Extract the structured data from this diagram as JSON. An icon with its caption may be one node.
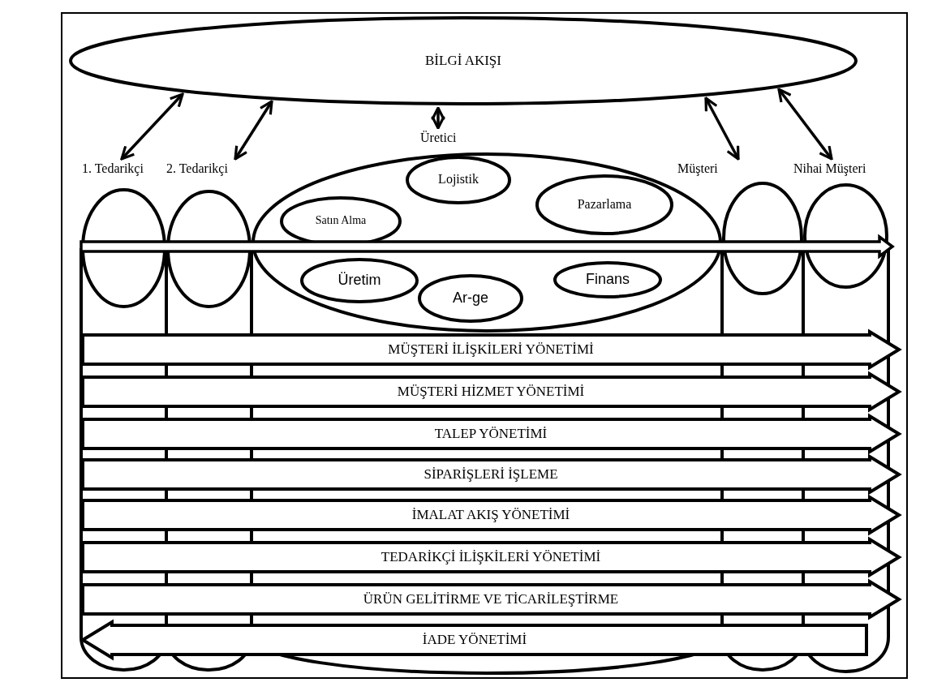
{
  "diagram": {
    "nodes": [
      {
        "text": [
          "BİLGİ AKIŞI"
        ]
      },
      {
        "text": [
          "1. Tedarikçi"
        ]
      },
      {
        "text": [
          "2. Tedarikçi"
        ]
      },
      {
        "text": [
          "Üretici"
        ]
      },
      {
        "text": [
          "Satın Alma"
        ],
        "in": 3
      },
      {
        "text": [
          "Lojistik"
        ],
        "in": 3
      },
      {
        "text": [
          "Pazarlama"
        ],
        "in": 3
      },
      {
        "text": [
          "Üretim"
        ],
        "in": 3
      },
      {
        "text": [
          "Ar-ge"
        ],
        "in": 3
      },
      {
        "text": [
          "Finans"
        ],
        "in": 3
      },
      {
        "text": [
          "Müşteri"
        ]
      },
      {
        "text": [
          "Nihai Müşteri"
        ]
      },
      {
        "text": [
          "MÜŞTERİ İLİŞKİLERİ YÖNETİMİ"
        ]
      },
      {
        "text": [
          "MÜŞTERİ HİZMET YÖNETİMİ"
        ]
      },
      {
        "text": [
          "TALEP YÖNETİMİ"
        ]
      },
      {
        "text": [
          "SİPARİŞLERİ İŞLEME"
        ]
      },
      {
        "text": [
          "İMALAT AKIŞ YÖNETİMİ"
        ]
      },
      {
        "text": [
          "TEDARİKÇİ İLİŞKİLERİ YÖNETİMİ"
        ]
      },
      {
        "text": [
          "ÜRÜN GELİTİRME VE TİCARİLEŞTİRME"
        ]
      },
      {
        "text": [
          "İADE YÖNETİMİ"
        ]
      }
    ],
    "edges": [
      {
        "from": 0,
        "to": 1,
        "arrow": "both"
      },
      {
        "from": 0,
        "to": 2,
        "arrow": "both"
      },
      {
        "from": 0,
        "to": 3,
        "arrow": "both"
      },
      {
        "from": 0,
        "to": 10,
        "arrow": "both"
      },
      {
        "from": 0,
        "to": 11,
        "arrow": "both"
      },
      {
        "from": 1,
        "to": 11,
        "arrow": "to"
      }
    ]
  }
}
